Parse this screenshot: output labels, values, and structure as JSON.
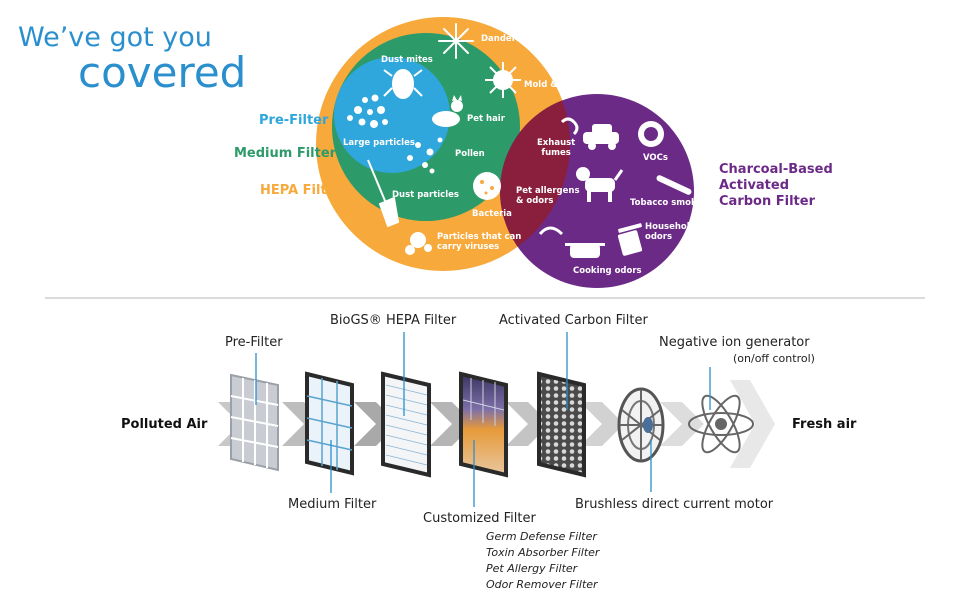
{
  "headline": {
    "line1": "We’ve got you",
    "line2": "covered"
  },
  "colors": {
    "blue": "#2b8fce",
    "prefilter": "#2fa6dc",
    "medium": "#2d9a6a",
    "hepa": "#f7a93c",
    "carbon": "#6c2a87",
    "overlap": "#8a1f3d"
  },
  "legend": {
    "pre_filter": "Pre-Filter",
    "medium_filter": "Medium Filter",
    "hepa_filter": "HEPA Filter",
    "carbon_line1": "Charcoal-Based",
    "carbon_line2": "Activated",
    "carbon_line3": "Carbon Filter"
  },
  "pollutants": {
    "dander": "Dander",
    "dust_mites": "Dust mites",
    "mold": "Mold & fungi",
    "pet_hair": "Pet hair",
    "large_particles": "Large particles",
    "pollen": "Pollen",
    "dust_particles": "Dust particles",
    "bacteria": "Bacteria",
    "virus_line1": "Particles that can",
    "virus_line2": "carry viruses",
    "exhaust_line1": "Exhaust",
    "exhaust_line2": "fumes",
    "vocs": "VOCs",
    "pet_allergens_line1": "Pet allergens",
    "pet_allergens_line2": "& odors",
    "tobacco": "Tobacco smoke",
    "household_line1": "Household",
    "household_line2": "odors",
    "cooking": "Cooking odors"
  },
  "process": {
    "polluted_air": "Polluted Air",
    "fresh_air": "Fresh air",
    "pre_filter": "Pre-Filter",
    "medium_filter": "Medium Filter",
    "hepa": "BioGS® HEPA Filter",
    "customized": "Customized Filter",
    "carbon": "Activated Carbon Filter",
    "motor": "Brushless direct current motor",
    "ion_line1": "Negative ion generator",
    "ion_line2": "(on/off control)",
    "custom_list": [
      "Germ Defense Filter",
      "Toxin Absorber Filter",
      "Pet Allergy Filter",
      "Odor Remover Filter"
    ]
  }
}
